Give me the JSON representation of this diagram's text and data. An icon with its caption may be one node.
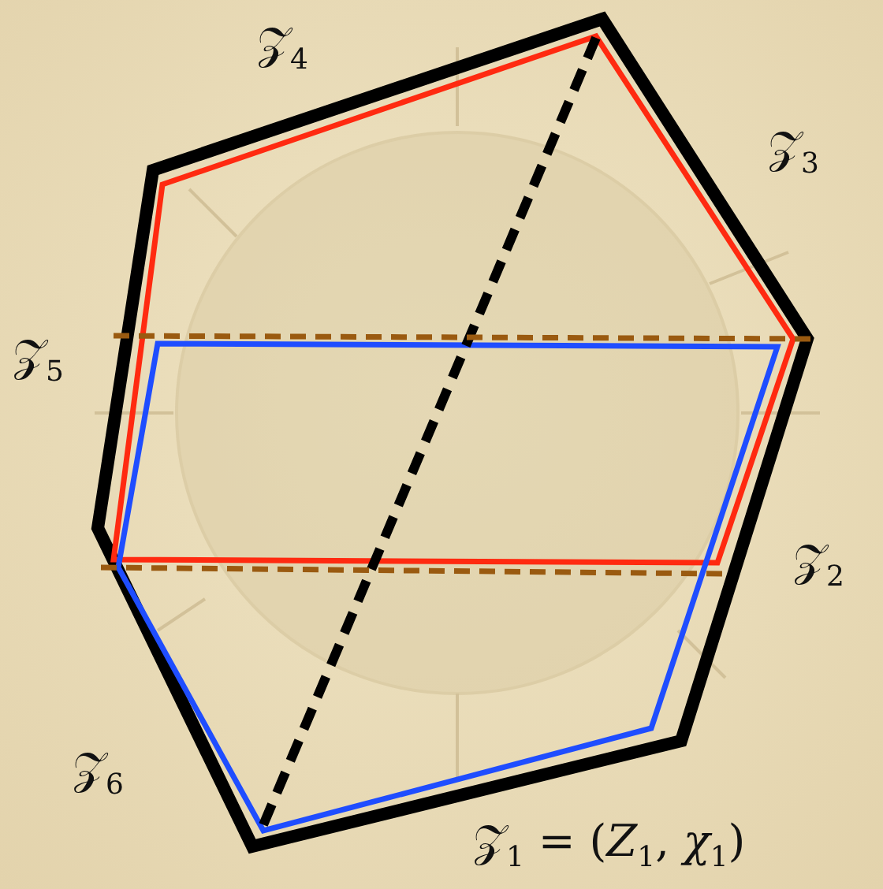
{
  "diagram": {
    "labels": [
      "𝒵$_{4}$",
      "𝒵$_{3}$",
      "𝒵$_{5}$",
      "𝒵$_{2}$",
      "𝒵$_{6}$",
      "𝒵$_{1}$ = (*Z*$_{1}$, *χ*$_{1}$)"
    ]
  }
}
